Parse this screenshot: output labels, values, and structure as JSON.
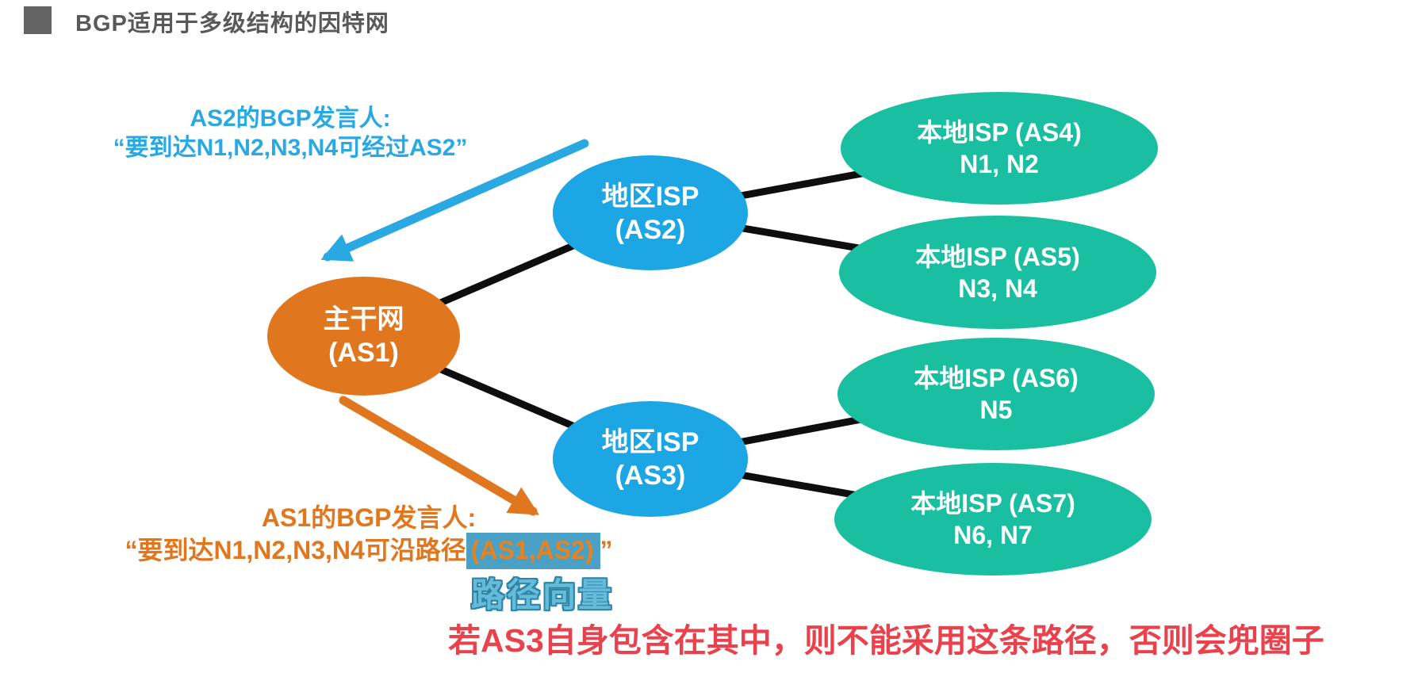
{
  "slide": {
    "title": "BGP适用于多级结构的因特网",
    "bullet_icon": "square-bullet"
  },
  "annotations": {
    "as2_speaker": {
      "line1": "AS2的BGP发言人:",
      "line2": "“要到达N1,N2,N3,N4可经过AS2”"
    },
    "as1_speaker": {
      "line1": "AS1的BGP发言人:",
      "line2_prefix": "“要到达N1,N2,N3,N4可沿路径",
      "line2_highlight": "(AS1,AS2)",
      "line2_suffix": "”"
    },
    "path_vector_label": "路径向量",
    "warning": "若AS3自身包含在其中，则不能采用这条路径，否则会兜圈子"
  },
  "nodes": {
    "as1": {
      "line1": "主干网",
      "line2": "(AS1)",
      "role": "backbone"
    },
    "as2": {
      "line1": "地区ISP",
      "line2": "(AS2)",
      "role": "regional-isp"
    },
    "as3": {
      "line1": "地区ISP",
      "line2": "(AS3)",
      "role": "regional-isp"
    },
    "as4": {
      "line1": "本地ISP (AS4)",
      "line2": "N1, N2",
      "role": "local-isp"
    },
    "as5": {
      "line1": "本地ISP (AS5)",
      "line2": "N3, N4",
      "role": "local-isp"
    },
    "as6": {
      "line1": "本地ISP (AS6)",
      "line2": "N5",
      "role": "local-isp"
    },
    "as7": {
      "line1": "本地ISP (AS7)",
      "line2": "N6, N7",
      "role": "local-isp"
    }
  },
  "links": [
    "AS1-AS2",
    "AS1-AS3",
    "AS2-AS4",
    "AS2-AS5",
    "AS3-AS6",
    "AS3-AS7"
  ],
  "colors": {
    "backbone_orange": "#E0771E",
    "regional_blue": "#1CA6E4",
    "local_teal": "#1ABEA0",
    "annotation_blue": "#29A8E2",
    "annotation_orange": "#E0771E",
    "highlight_bg": "#4BA1C5",
    "path_vector_blue": "#66BBDA",
    "warning_red": "#E9424D",
    "title_gray": "#595959",
    "link_black": "#0E0E0E"
  }
}
